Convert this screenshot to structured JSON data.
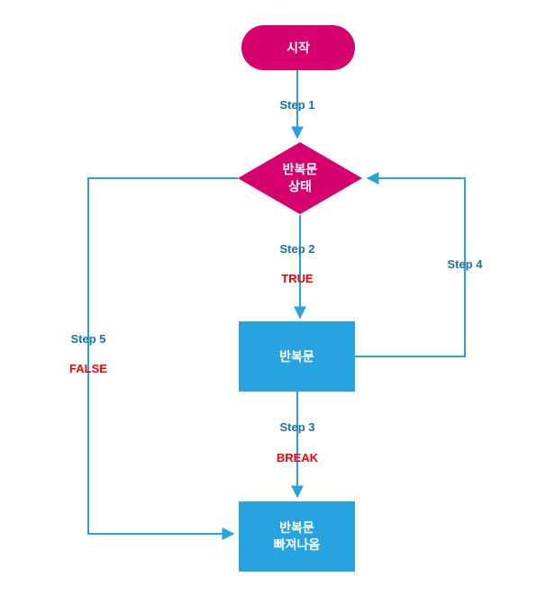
{
  "diagram": {
    "type": "flowchart",
    "title": "",
    "colors": {
      "terminal_fill": "#d6006e",
      "decision_fill": "#d6006e",
      "process_fill": "#27a3e0",
      "edge_line": "#27a3e0",
      "step_label": "#1a72a8",
      "condition_label": "#fa0000",
      "node_text": "#ffffff",
      "background": "#ffffff"
    },
    "nodes": [
      {
        "id": "start",
        "shape": "rounded-rectangle",
        "label": "시작",
        "role": "terminal"
      },
      {
        "id": "condition",
        "shape": "diamond",
        "label": "반복문\n상태",
        "role": "decision"
      },
      {
        "id": "loop-body",
        "shape": "rectangle",
        "label": "반복문",
        "role": "process"
      },
      {
        "id": "loop-exit",
        "shape": "rectangle",
        "label": "반복문\n빠져나옴",
        "role": "process"
      }
    ],
    "edges": [
      {
        "id": "start-to-condition",
        "from": "start",
        "to": "condition",
        "step": "Step 1",
        "condition": ""
      },
      {
        "id": "condition-to-body",
        "from": "condition",
        "to": "loop-body",
        "step": "Step 2",
        "condition": "TRUE"
      },
      {
        "id": "body-to-exit",
        "from": "loop-body",
        "to": "loop-exit",
        "step": "Step 3",
        "condition": "BREAK"
      },
      {
        "id": "body-back-to-condition",
        "from": "loop-body",
        "to": "condition",
        "step": "Step 4",
        "condition": ""
      },
      {
        "id": "condition-to-exit",
        "from": "condition",
        "to": "loop-exit",
        "step": "Step 5",
        "condition": "FALSE"
      }
    ]
  }
}
